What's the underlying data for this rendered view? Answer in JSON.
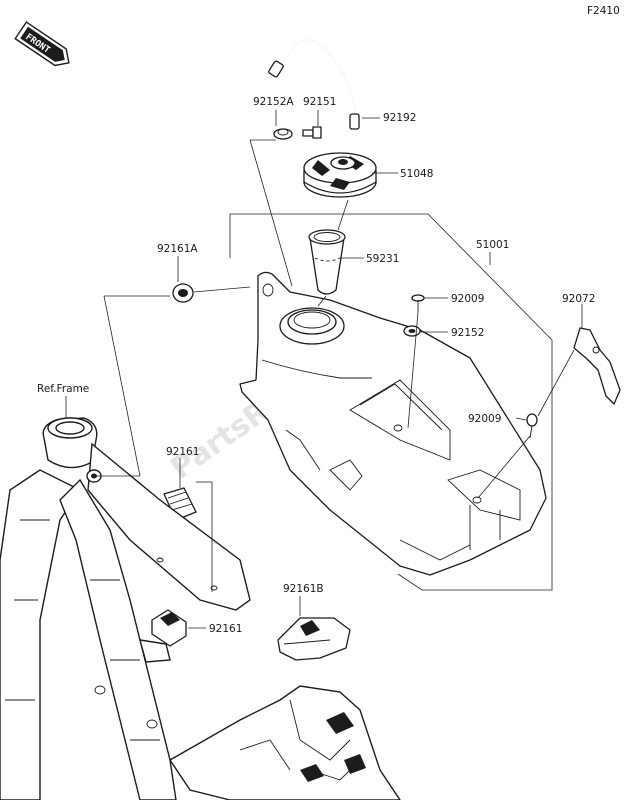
{
  "diagram_code": "F2410",
  "front_badge": "FRONT",
  "watermark": "PartsRepublik",
  "ref_label": "Ref.Frame",
  "parts": {
    "p92152A": "92152A",
    "p92151": "92151",
    "p92192": "92192",
    "p51048": "51048",
    "p59231": "59231",
    "p51001": "51001",
    "p92161A": "92161A",
    "p92009a": "92009",
    "p92152": "92152",
    "p92072": "92072",
    "p92009b": "92009",
    "p92161": "92161",
    "p92161c": "92161",
    "p92161B": "92161B"
  }
}
